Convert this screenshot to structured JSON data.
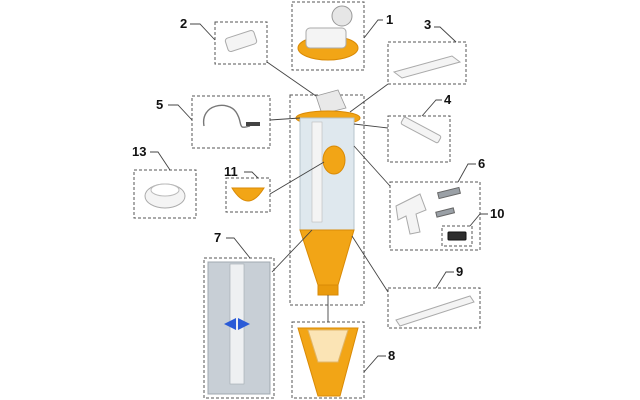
{
  "callouts": [
    {
      "id": "1",
      "label": "1"
    },
    {
      "id": "2",
      "label": "2"
    },
    {
      "id": "3",
      "label": "3"
    },
    {
      "id": "4",
      "label": "4"
    },
    {
      "id": "5",
      "label": "5"
    },
    {
      "id": "6",
      "label": "6"
    },
    {
      "id": "7",
      "label": "7"
    },
    {
      "id": "8",
      "label": "8"
    },
    {
      "id": "9",
      "label": "9"
    },
    {
      "id": "10",
      "label": "10"
    },
    {
      "id": "11",
      "label": "11"
    },
    {
      "id": "13",
      "label": "13"
    }
  ],
  "colors": {
    "orange": "#f2a516",
    "orange_dark": "#d98a05",
    "tube": "#dfe8ee",
    "tube_edge": "#b7c4cc",
    "white_part": "#f4f4f4",
    "box_stroke": "#555555",
    "label": "#111111"
  }
}
